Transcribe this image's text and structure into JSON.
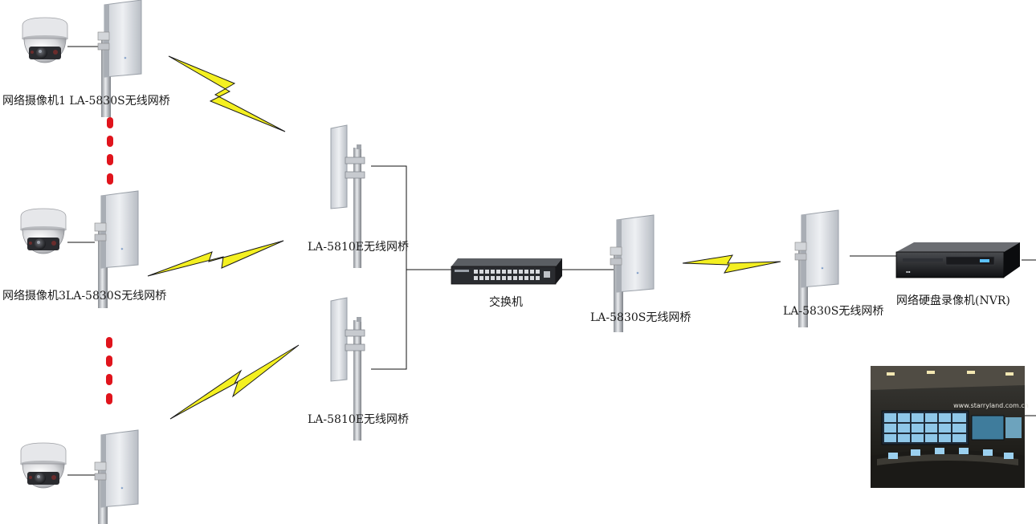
{
  "labels": {
    "camera1": "网络摄像机1 LA-5830S无线网桥",
    "camera3": "网络摄像机3LA-5830S无线网桥",
    "hub_bridge_top": "LA-5810E无线网桥",
    "hub_bridge_bottom": "LA-5810E无线网桥",
    "switch": "交换机",
    "link_bridge_a": "LA-5830S无线网桥",
    "link_bridge_b": "LA-5830S无线网桥",
    "nvr": "网络硬盘录像机(NVR)",
    "control_room_watermark": "www.starryland.com.cn"
  },
  "colors": {
    "lightning": "#f4f021",
    "ellipsis_dots": "#e0141c",
    "wire": "#111111"
  },
  "icons": [
    "ptz-camera-icon",
    "panel-antenna-icon",
    "sector-antenna-icon",
    "network-switch-icon",
    "nvr-recorder-icon",
    "lightning-bolt-icon",
    "control-room-photo"
  ]
}
